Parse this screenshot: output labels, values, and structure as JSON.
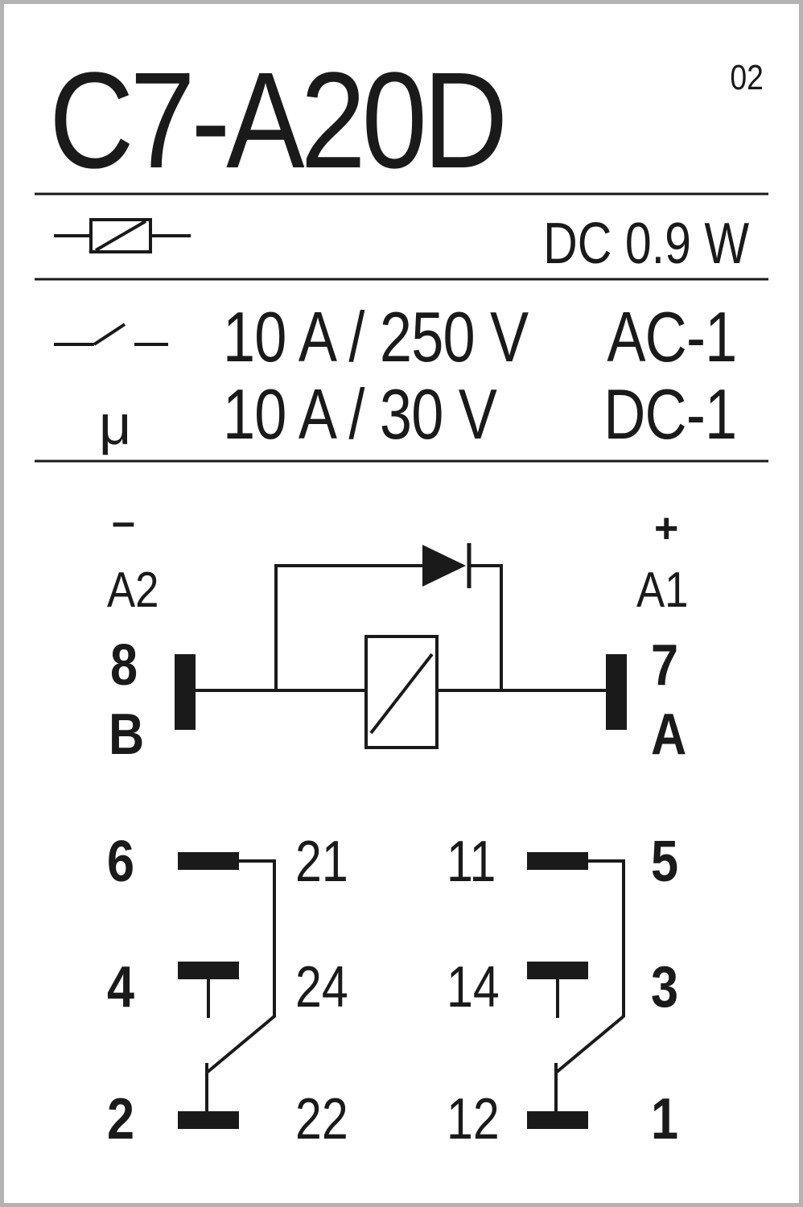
{
  "header": {
    "model": "C7-A20D",
    "revision": "02"
  },
  "coil": {
    "symbol": "coil-symbol-icon",
    "spec": "DC 0.9 W"
  },
  "contact_ratings": {
    "symbol": "contact-switch-icon",
    "micro_symbol": "μ",
    "rows": [
      {
        "rating": "10 A / 250 V",
        "category": "AC-1"
      },
      {
        "rating": "10 A / 30 V",
        "category": "DC-1"
      }
    ]
  },
  "coil_circuit": {
    "minus": "–",
    "plus": "+",
    "a2": "A2",
    "a1": "A1",
    "pin_8": "8",
    "pin_b": "B",
    "pin_7": "7",
    "pin_a": "A"
  },
  "contacts": {
    "left": {
      "pins": [
        "6",
        "4",
        "2"
      ],
      "terminals": [
        "21",
        "24",
        "22"
      ]
    },
    "right": {
      "terminals": [
        "11",
        "14",
        "12"
      ],
      "pins": [
        "5",
        "3",
        "1"
      ]
    }
  },
  "colors": {
    "ink": "#1a1a1a",
    "border": "#b3b3b3",
    "background": "#ffffff"
  }
}
